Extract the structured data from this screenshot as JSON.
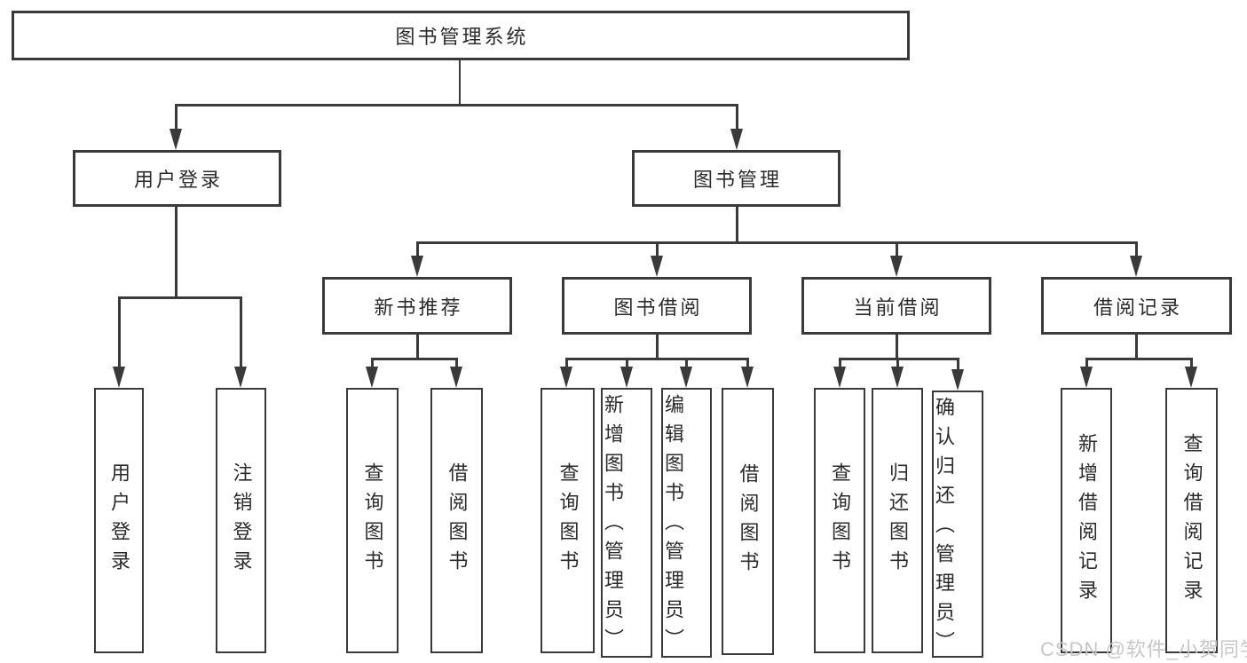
{
  "diagram_title": "图书管理系统",
  "nodes": {
    "root": {
      "label": "图书管理系统"
    },
    "user_login": {
      "label": "用户登录"
    },
    "book_mgmt": {
      "label": "图书管理"
    },
    "new_book_rec": {
      "label": "新书推荐"
    },
    "book_borrow": {
      "label": "图书借阅"
    },
    "current_borrow": {
      "label": "当前借阅"
    },
    "borrow_records": {
      "label": "借阅记录"
    },
    "leaf_user_login": {
      "label": "用户登录"
    },
    "leaf_logout": {
      "label": "注销登录"
    },
    "leaf_query_book_rec": {
      "label": "查询图书"
    },
    "leaf_borrow_book_rec": {
      "label": "借阅图书"
    },
    "leaf_query_book_borrow": {
      "label": "查询图书"
    },
    "leaf_add_book_admin": {
      "label": "新增图书（管理员）"
    },
    "leaf_edit_book_admin": {
      "label": "编辑图书（管理员）"
    },
    "leaf_borrow_book_borrow": {
      "label": "借阅图书"
    },
    "leaf_query_book_current": {
      "label": "查询图书"
    },
    "leaf_return_book": {
      "label": "归还图书"
    },
    "leaf_confirm_return_admin": {
      "label": "确认归还（管理员）"
    },
    "leaf_add_borrow_record": {
      "label": "新增借阅记录"
    },
    "leaf_query_borrow_record": {
      "label": "查询借阅记录"
    }
  },
  "hierarchy": {
    "root": "图书管理系统",
    "children": [
      {
        "label": "用户登录",
        "children": [
          "用户登录",
          "注销登录"
        ]
      },
      {
        "label": "图书管理",
        "children": [
          {
            "label": "新书推荐",
            "children": [
              "查询图书",
              "借阅图书"
            ]
          },
          {
            "label": "图书借阅",
            "children": [
              "查询图书",
              "新增图书（管理员）",
              "编辑图书（管理员）",
              "借阅图书"
            ]
          },
          {
            "label": "当前借阅",
            "children": [
              "查询图书",
              "归还图书",
              "确认归还（管理员）"
            ]
          },
          {
            "label": "借阅记录",
            "children": [
              "新增借阅记录",
              "查询借阅记录"
            ]
          }
        ]
      }
    ]
  },
  "watermark": {
    "text": "CSDN @软件_小贺同学"
  },
  "colors": {
    "background": "#ffffff",
    "box_fill": "#ffffff",
    "box_border": "#3a3a3a",
    "line": "#3a3a3a",
    "text": "#2b2b2b",
    "watermark": "#c6c6c6"
  }
}
